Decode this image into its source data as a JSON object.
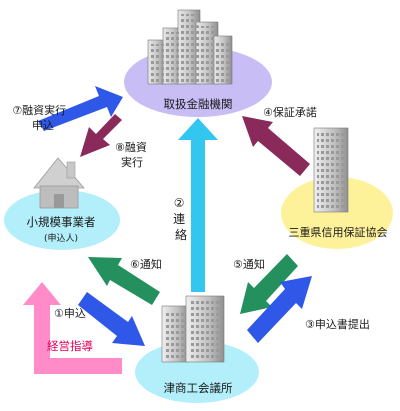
{
  "nodes": {
    "bank": {
      "label": "取扱金融機関",
      "fill": "#c9bdf5"
    },
    "business": {
      "label": "小規模事業者",
      "sublabel": "(申込人)",
      "fill": "#b3effa"
    },
    "guarantee": {
      "label": "三重県信用保証協会",
      "fill": "#fdf29a"
    },
    "chamber": {
      "label": "津商工会議所",
      "fill": "#b3effa"
    }
  },
  "edges": [
    {
      "id": "1",
      "label": "①申込",
      "color": "#2f57e8"
    },
    {
      "id": "2",
      "label": "②連絡",
      "chars": [
        "②",
        "連",
        "絡"
      ],
      "color": "#33c6ee"
    },
    {
      "id": "3",
      "label": "③申込書提出",
      "color": "#2f57e8"
    },
    {
      "id": "4",
      "label": "④保証承諾",
      "color": "#8a2a5a"
    },
    {
      "id": "5",
      "label": "⑤通知",
      "color": "#24905e"
    },
    {
      "id": "6",
      "label": "⑥通知",
      "color": "#24905e"
    },
    {
      "id": "7",
      "label": "⑦融資実行",
      "lines": [
        "⑦融資実行",
        "申込"
      ],
      "color": "#2f57e8"
    },
    {
      "id": "8",
      "label": "⑧融資実行",
      "lines": [
        "⑧融資",
        "実行"
      ],
      "color": "#8a2a5a"
    }
  ],
  "guidance": {
    "label": "経営指導",
    "color": "#ff8cc8",
    "text_color": "#e8005a"
  },
  "icons": [
    "office-building-icon",
    "house-icon"
  ]
}
